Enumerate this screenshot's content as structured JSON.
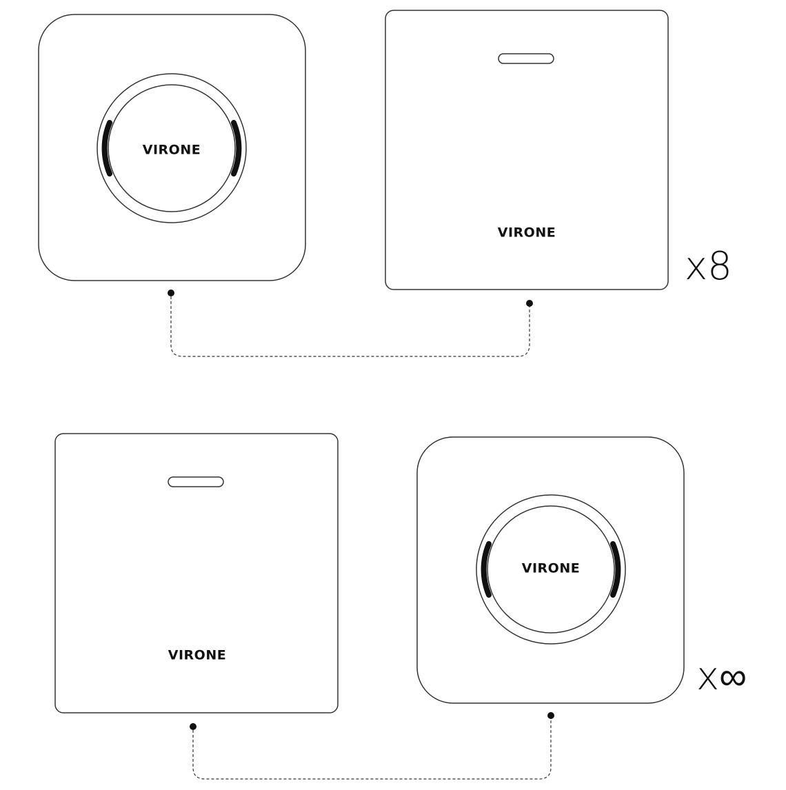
{
  "top_pair": {
    "bell": {
      "brand": "VIRONE"
    },
    "button": {
      "brand": "VIRONE"
    },
    "quantity": "x8"
  },
  "bottom_pair": {
    "button": {
      "brand": "VIRONE"
    },
    "bell": {
      "brand": "VIRONE"
    },
    "quantity": "x∞"
  },
  "colors": {
    "line": "#333333",
    "background": "#ffffff",
    "accent": "#111111"
  }
}
